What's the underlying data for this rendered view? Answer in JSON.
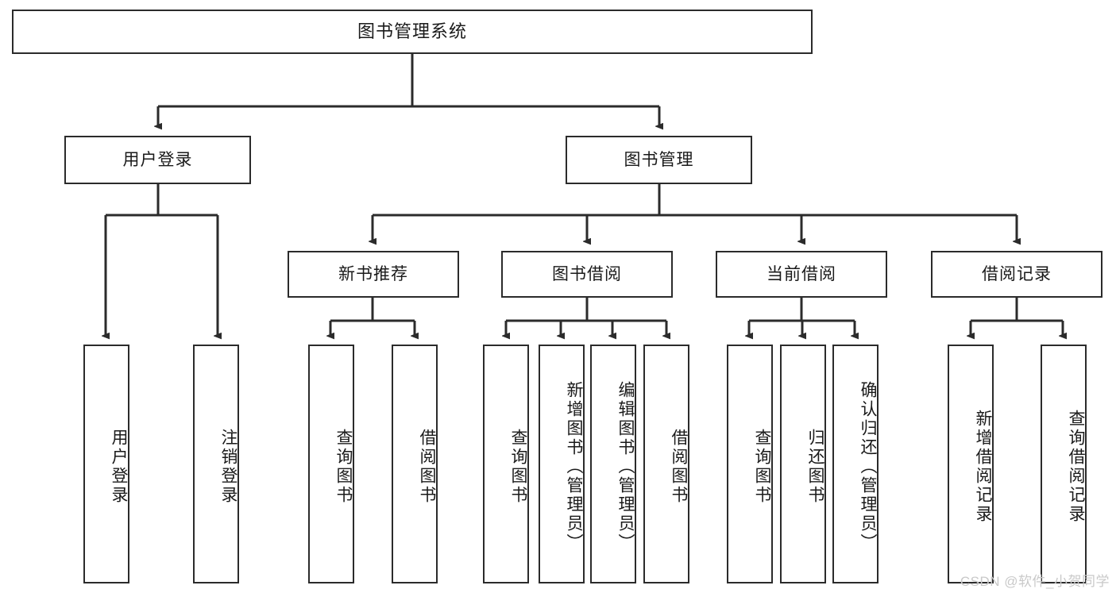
{
  "diagram": {
    "title": "图书管理系统",
    "type": "hierarchy-tree",
    "root": {
      "id": "root",
      "label": "图书管理系统"
    },
    "level2": [
      {
        "id": "user-login",
        "label": "用户登录"
      },
      {
        "id": "book-manage",
        "label": "图书管理"
      }
    ],
    "level3": [
      {
        "id": "new-book-rec",
        "label": "新书推荐"
      },
      {
        "id": "book-borrow",
        "label": "图书借阅"
      },
      {
        "id": "current-borrow",
        "label": "当前借阅"
      },
      {
        "id": "borrow-record",
        "label": "借阅记录"
      }
    ],
    "leaves": {
      "user_login": [
        {
          "id": "leaf-user-login",
          "label": "用户登录"
        },
        {
          "id": "leaf-logout-login",
          "label": "注销登录"
        }
      ],
      "new_book_rec": [
        {
          "id": "leaf-query-book-1",
          "label": "查询图书"
        },
        {
          "id": "leaf-borrow-book-1",
          "label": "借阅图书"
        }
      ],
      "book_borrow": [
        {
          "id": "leaf-query-book-2",
          "label": "查询图书"
        },
        {
          "id": "leaf-add-book",
          "label": "新增图书（管理员）"
        },
        {
          "id": "leaf-edit-book",
          "label": "编辑图书（管理员）"
        },
        {
          "id": "leaf-borrow-book-2",
          "label": "借阅图书"
        }
      ],
      "current_borrow": [
        {
          "id": "leaf-query-book-3",
          "label": "查询图书"
        },
        {
          "id": "leaf-return-book",
          "label": "归还图书"
        },
        {
          "id": "leaf-confirm-return",
          "label": "确认归还（管理员）"
        }
      ],
      "borrow_record": [
        {
          "id": "leaf-add-record",
          "label": "新增借阅记录"
        },
        {
          "id": "leaf-query-record",
          "label": "查询借阅记录"
        }
      ]
    }
  },
  "watermark": {
    "text": "CSDN @软件_小贺同学"
  },
  "colors": {
    "border": "#2b2b2b",
    "background": "#ffffff",
    "text": "#1a1a1a",
    "watermark": "#c9c9c9"
  }
}
